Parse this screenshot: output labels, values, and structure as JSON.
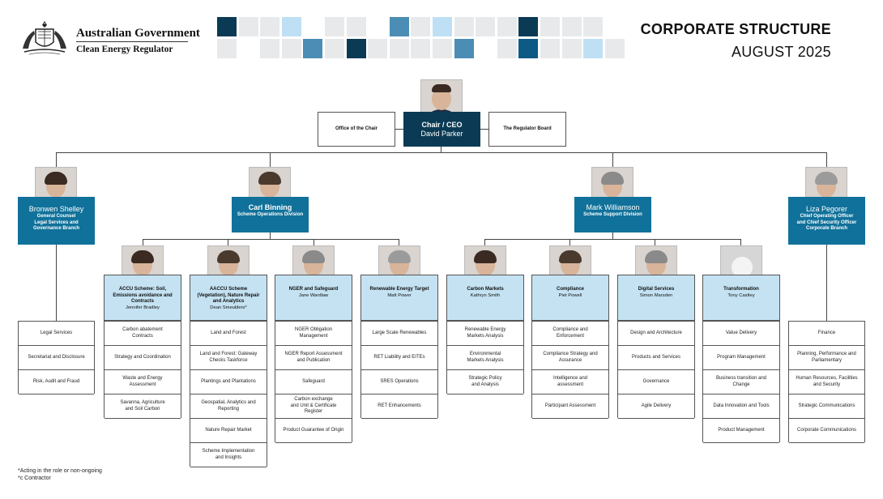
{
  "header": {
    "gov_name": "Australian Government",
    "agency": "Clean Energy Regulator",
    "title": "CORPORATE STRUCTURE",
    "date": "AUGUST 2025"
  },
  "colors": {
    "dark": "#0b3b54",
    "mid": "#10719a",
    "light": "#c4e2f2",
    "tile_grey": "#e8e9eb"
  },
  "top": {
    "left_box": "Office of the Chair",
    "chair_title": "Chair / CEO",
    "chair_name": "David Parker",
    "right_box": "The Regulator Board"
  },
  "executives": [
    {
      "name": "Bronwen Shelley",
      "role": "General Counsel\nLegal Services and\nGovernance Branch"
    },
    {
      "name": "Carl Binning",
      "role": "Scheme Operations Division"
    },
    {
      "name": "Mark Williamson",
      "role": "Scheme Support Division"
    },
    {
      "name": "Liza Pegorer",
      "role": "Chief Operating Officer\nand Chief Security Officer\nCorporate Branch"
    }
  ],
  "legal_teams": [
    "Legal Services",
    "Secretariat and Disclosure",
    "Risk, Audit and Fraud"
  ],
  "corporate_teams": [
    "Finance",
    "Planning, Performance and\nParliamentary",
    "Human Resources, Facilities\nand Security",
    "Strategic Communications",
    "Corporate Communications"
  ],
  "branches": [
    {
      "title": "ACCU Scheme: Soil,\nEmissions avoidance and\nContracts",
      "head": "Jennifer Bradley",
      "teams": [
        "Carbon abatement\nContracts",
        "Strategy and Coordination",
        "Waste and Energy\nAssessment",
        "Savanna, Agriculture\nand Soil Carbon"
      ]
    },
    {
      "title": "AACCU Scheme\n(Vegetation), Nature Repair\nand Analytics",
      "head": "Dean Smeulders*",
      "teams": [
        "Land and Forest",
        "Land and Forest: Gateway\nChecks Taskforce",
        "Plantings and Plantations",
        "Geospatial, Analytics and\nReporting",
        "Nature Repair Market",
        "Scheme Implementation\nand Insights"
      ]
    },
    {
      "title": "NGER and Safeguard",
      "head": "Jane Wardlaw",
      "teams": [
        "NGER Obligation\nManagement",
        "NGER Report Assessment\nand Publication",
        "Safeguard",
        "Carbon exchange\nand Unit & Certificate\nRegister",
        "Product Guarantee of Origin"
      ]
    },
    {
      "title": "Renewable Energy Target",
      "head": "Matt Power",
      "teams": [
        "Large Scale Renewables",
        "RET Liability and EITEs",
        "SRES Operations",
        "RET Enhancements"
      ]
    },
    {
      "title": "Carbon Markets",
      "head": "Kathryn Smith",
      "teams": [
        "Renewable Energy\nMarkets Analysis",
        "Environmental\nMarkets Analysis",
        "Strategic Policy\nand Analysis"
      ]
    },
    {
      "title": "Compliance",
      "head": "Piet Powell",
      "teams": [
        "Compliance and\nEnforcement",
        "Compliance Strategy and\nAssurance",
        "Intelligence and\nassessment",
        "Participant Assessment"
      ]
    },
    {
      "title": "Digital Services",
      "head": "Simon Marsden",
      "teams": [
        "Design and Architecture",
        "Products and Services",
        "Governance",
        "Agile Delivery"
      ]
    },
    {
      "title": "Transformation",
      "head": "Tony Castley",
      "teams": [
        "Value Delivery",
        "Program Management",
        "Business transition and\nChange",
        "Data Innovation and Tools",
        "Product Management"
      ]
    }
  ],
  "footnotes": [
    "*Acting in the role or non-ongoing",
    "*c Contractor"
  ]
}
